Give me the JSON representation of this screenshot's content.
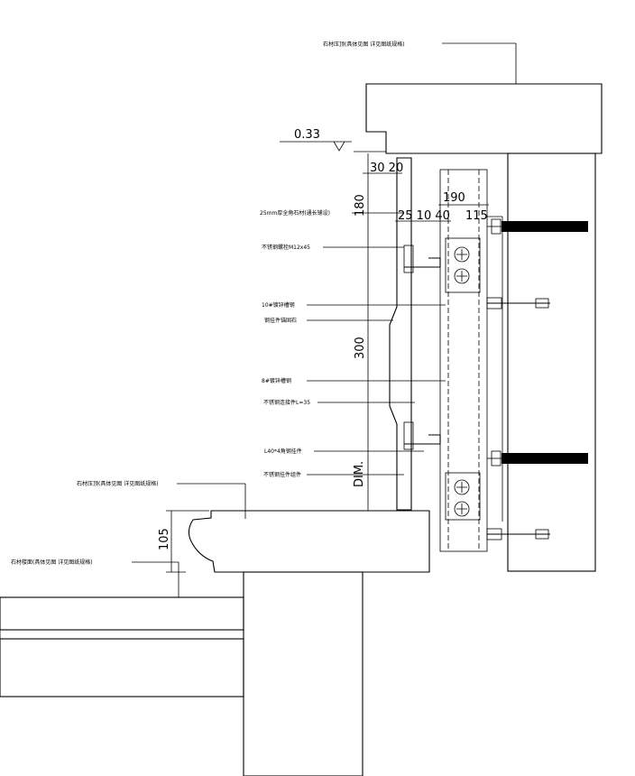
{
  "notes": {
    "top_stone": "石材压顶(具体见图 详见图纸规格)",
    "stone_25mm": "25mm厚全角石材(通长铺设)",
    "anchor_bolt": "不锈钢螺栓M12x45",
    "steel_10": "10#镀锌槽钢",
    "back_bolt": "钢挂件锚固石",
    "steel_8": "8#镀锌槽钢",
    "stainless_pin": "不锈钢连接件L=35",
    "angle_l40": "L40*4角钢挂件",
    "stainless_hanger": "不锈钢挂件组件",
    "sill_stone": "石材压顶(具体见图 详见图纸规格)",
    "floor_stone": "石材楼面(具体见图 详见图纸规格)"
  },
  "dims": {
    "elevation": "0.33",
    "d30_20": "30 20",
    "d180": "180",
    "d190": "190",
    "d25_10_40": "25 10 40",
    "d115": "115",
    "d300": "300",
    "dim_label": "DIM.",
    "d105": "105"
  },
  "colors": {
    "line": "#000000",
    "background": "#ffffff"
  }
}
